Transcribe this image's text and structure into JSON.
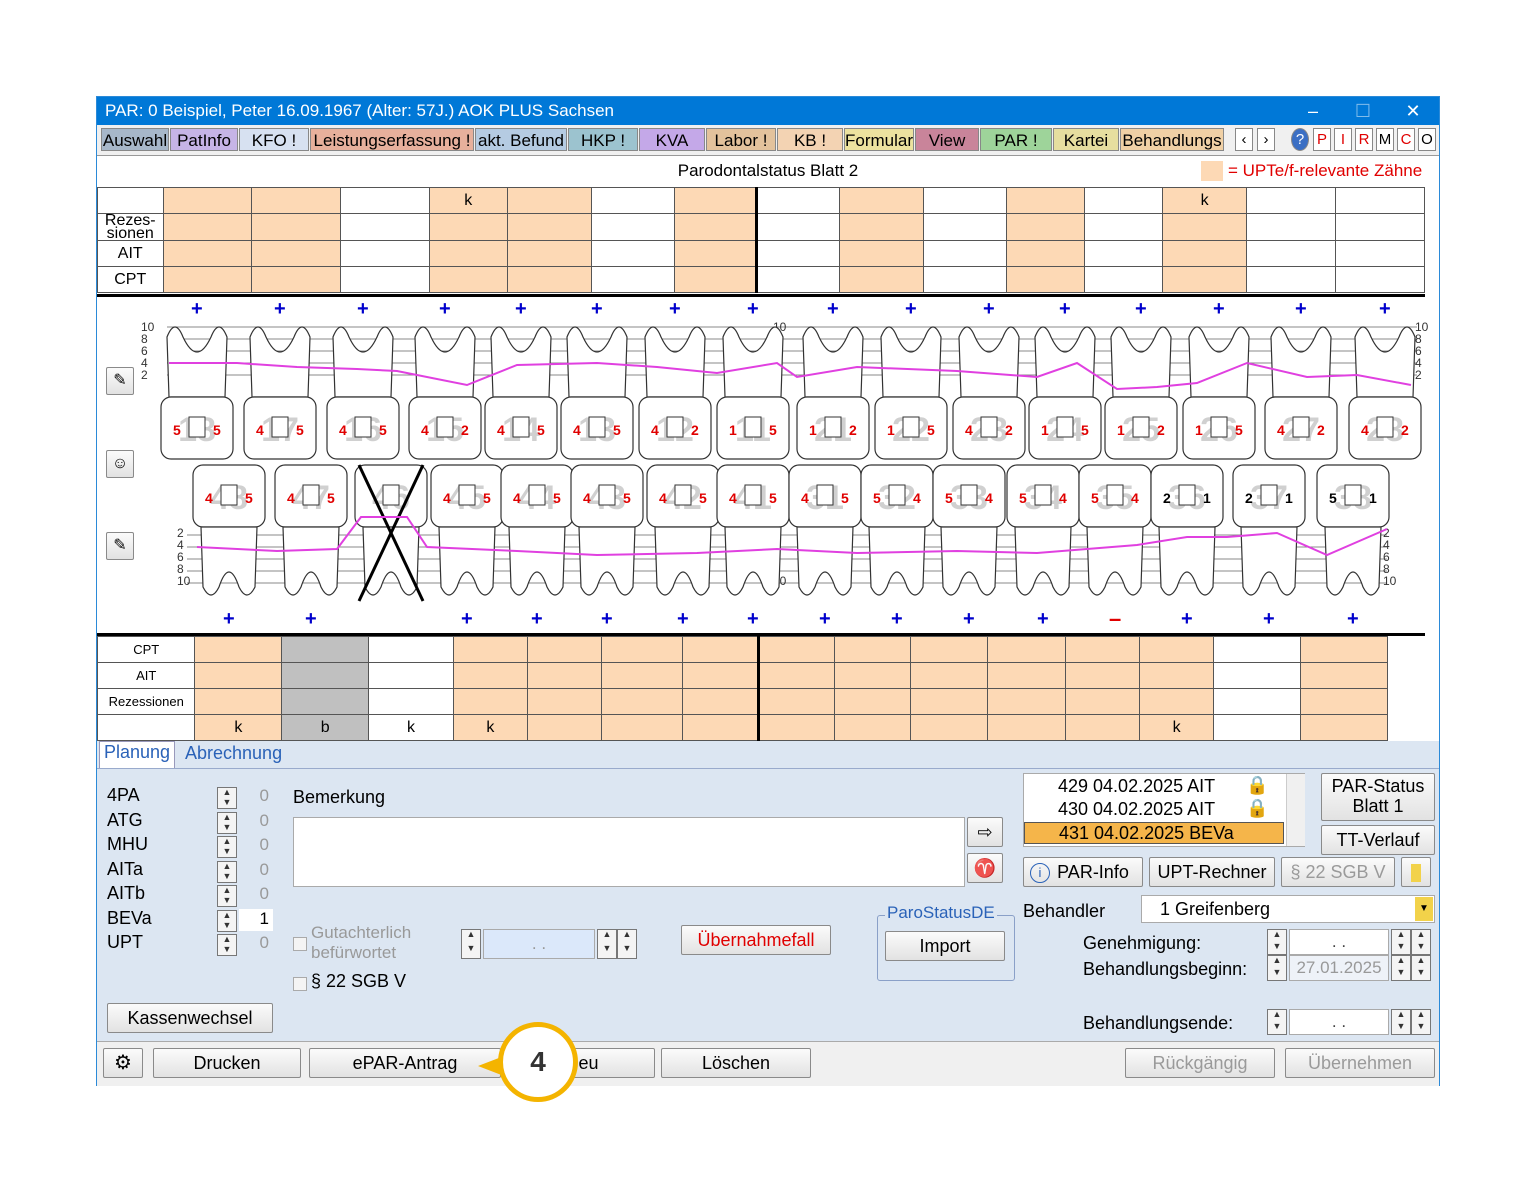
{
  "window": {
    "title": "PAR: 0  Beispiel, Peter  16.09.1967 (Alter: 57J.)  AOK PLUS Sachsen",
    "controls": [
      "–",
      "☐",
      "✕"
    ]
  },
  "tabs": [
    {
      "label": "Auswahl",
      "color": "#a7b7c9"
    },
    {
      "label": "PatInfo",
      "color": "#c6b4e6"
    },
    {
      "label": "KFO !",
      "color": "#d7e1f1"
    },
    {
      "label": "Leistungserfassung !",
      "color": "#e7b09c"
    },
    {
      "label": "akt. Befund",
      "color": "#b5cbe2"
    },
    {
      "label": "HKP !",
      "color": "#9cc3cf"
    },
    {
      "label": "KVA",
      "color": "#c4a8e8"
    },
    {
      "label": "Labor !",
      "color": "#e3c29c"
    },
    {
      "label": "KB !",
      "color": "#f3d3b3"
    },
    {
      "label": "Formular",
      "color": "#ece29f"
    },
    {
      "label": "View",
      "color": "#c9849a"
    },
    {
      "label": "PAR !",
      "color": "#9ed49a"
    },
    {
      "label": "Kartei",
      "color": "#e6de9f"
    },
    {
      "label": "Behandlungs",
      "color": "#f0d0a5"
    }
  ],
  "tab_scroll": [
    "‹",
    "›"
  ],
  "letter_buttons": [
    "P",
    "I",
    "R",
    "M",
    "C",
    "O"
  ],
  "help_icon": "question-icon",
  "sheet": {
    "title": "Parodontalstatus Blatt 2",
    "legend": "= UPTe/f-relevante Zähne"
  },
  "upper_table": {
    "row_labels": [
      "",
      "Rezes-\nsionen",
      "AIT",
      "CPT"
    ],
    "top_marks": [
      "",
      "",
      "",
      "",
      "k",
      "",
      "",
      "",
      "",
      "",
      "",
      "",
      "",
      "k",
      "",
      ""
    ]
  },
  "lower_table": {
    "row_labels": [
      "CPT",
      "AIT",
      "Rezessionen",
      ""
    ],
    "bottom_marks": [
      "",
      "k",
      "b",
      "k",
      "k",
      "",
      "",
      "",
      "",
      "",
      "",
      "",
      "",
      "k",
      "",
      ""
    ]
  },
  "depth_scale": [
    "10",
    "8",
    "6",
    "4",
    "2"
  ],
  "upper_teeth": [
    "18",
    "17",
    "16",
    "15",
    "14",
    "13",
    "12",
    "11",
    "21",
    "22",
    "23",
    "24",
    "25",
    "26",
    "27",
    "28"
  ],
  "lower_teeth": [
    "48",
    "47",
    "46",
    "45",
    "44",
    "43",
    "42",
    "41",
    "31",
    "32",
    "33",
    "34",
    "35",
    "36",
    "37",
    "38"
  ],
  "upper_probing": [
    [
      "5",
      "5"
    ],
    [
      "4",
      "5"
    ],
    [
      "4",
      "5"
    ],
    [
      "4",
      "2"
    ],
    [
      "4",
      "5"
    ],
    [
      "4",
      "5"
    ],
    [
      "4",
      "2"
    ],
    [
      "1",
      "5"
    ],
    [
      "1",
      "2"
    ],
    [
      "1",
      "5"
    ],
    [
      "4",
      "2"
    ],
    [
      "1",
      "5"
    ],
    [
      "1",
      "2"
    ],
    [
      "1",
      "5"
    ],
    [
      "4",
      "2"
    ],
    [
      "4",
      "2"
    ]
  ],
  "lower_probing": [
    [
      "4",
      "5"
    ],
    [
      "4",
      "5"
    ],
    [
      "",
      ""
    ],
    [
      "4",
      "5"
    ],
    [
      "4",
      "5"
    ],
    [
      "4",
      "5"
    ],
    [
      "4",
      "5"
    ],
    [
      "4",
      "5"
    ],
    [
      "4",
      "5"
    ],
    [
      "5",
      "4"
    ],
    [
      "5",
      "4"
    ],
    [
      "5",
      "4"
    ],
    [
      "5",
      "4"
    ],
    [
      "2",
      "1"
    ],
    [
      "2",
      "1"
    ],
    [
      "5",
      "1"
    ]
  ],
  "planning": {
    "tabs": [
      "Planung",
      "Abrechnung"
    ],
    "items": [
      {
        "label": "4PA",
        "value": "0"
      },
      {
        "label": "ATG",
        "value": "0"
      },
      {
        "label": "MHU",
        "value": "0"
      },
      {
        "label": "AITa",
        "value": "0"
      },
      {
        "label": "AITb",
        "value": "0"
      },
      {
        "label": "BEVa",
        "value": "1"
      },
      {
        "label": "UPT",
        "value": "0"
      }
    ],
    "bemerkung_label": "Bemerkung",
    "gutachterlich": "Gutachterlich\nbefürwortet",
    "gutachter_date": ".   .",
    "sgb": "§ 22 SGB V",
    "uebernahmefall": "Übernahmefall",
    "parostatus_group": "ParoStatusDE",
    "import": "Import",
    "kassenwechsel": "Kassenwechsel"
  },
  "status_list": [
    {
      "text": "429 04.02.2025 AIT",
      "locked": true,
      "selected": false
    },
    {
      "text": "430 04.02.2025 AIT",
      "locked": true,
      "selected": false
    },
    {
      "text": "431 04.02.2025 BEVa",
      "locked": false,
      "selected": true
    }
  ],
  "right_buttons": {
    "par_status": "PAR-Status\nBlatt 1",
    "tt_verlauf": "TT-Verlauf",
    "par_info": "PAR-Info",
    "upt_rechner": "UPT-Rechner",
    "sgb": "§ 22 SGB V"
  },
  "behandler": {
    "label": "Behandler",
    "value": "1 Greifenberg"
  },
  "dates": {
    "genehmigung_label": "Genehmigung:",
    "genehmigung": ".   .",
    "beginn_label": "Behandlungsbeginn:",
    "beginn": "27.01.2025",
    "ende_label": "Behandlungsende:",
    "ende": ".   ."
  },
  "bottom": {
    "drucken": "Drucken",
    "epar": "ePAR-Antrag",
    "neu": "Neu",
    "loeschen": "Löschen",
    "rueckgaengig": "Rückgängig",
    "uebernehmen": "Übernehmen"
  },
  "callout": "4",
  "colors": {
    "titlebar": "#0078d7",
    "upte": "#fdd9b5",
    "pocket_line": "#e040e0",
    "probe_red": "#e00000",
    "plus_blue": "#0000cc",
    "panel": "#dce6f2",
    "callout": "#f4b400"
  }
}
